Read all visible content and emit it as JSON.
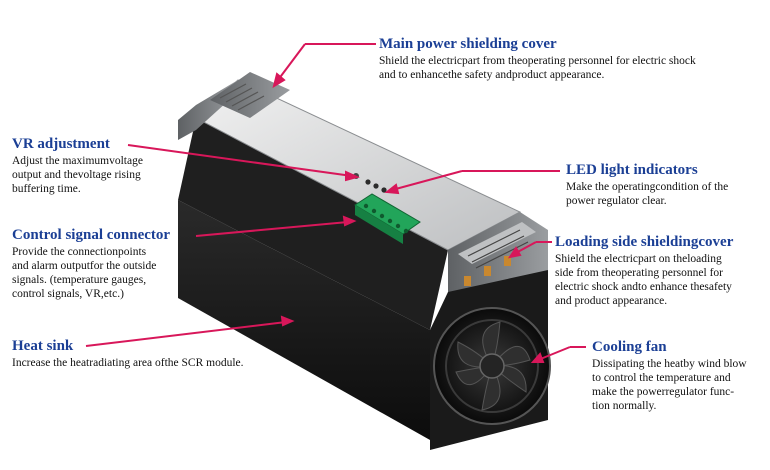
{
  "colors": {
    "title": "#1b3f95",
    "leader": "#d8175a",
    "heatsink": "#1a1a1a",
    "cover": "#7a7d80",
    "panel": "#c9cbcc",
    "connector": "#22a55a",
    "fan": "#1e1e1e"
  },
  "callouts": {
    "main_cover": {
      "title": "Main power shielding cover",
      "lines": [
        "Shield the electricpart from theoperating personnel for electric shock",
        "and to enhancethe safety andproduct appearance."
      ]
    },
    "vr": {
      "title": "VR adjustment",
      "lines": [
        "Adjust the maximumvoltage",
        "output and thevoltage rising",
        "buffering time."
      ]
    },
    "led": {
      "title": "LED light indicators",
      "lines": [
        "Make the operatingcondition of the",
        "power regulator clear."
      ]
    },
    "control": {
      "title": "Control signal connector",
      "lines": [
        "Provide the connectionpoints",
        "and alarm outputfor the outside",
        "signals. (temperature gauges,",
        "control signals, VR,etc.)"
      ]
    },
    "loading": {
      "title": "Loading side shieldingcover",
      "lines": [
        "Shield the electricpart on theloading",
        "side from theoperating personnel for",
        "electric shock andto enhance thesafety",
        "and product appearance."
      ]
    },
    "heatsink": {
      "title": "Heat sink",
      "lines": [
        "Increase the heatradiating area ofthe SCR module."
      ]
    },
    "fan": {
      "title": "Cooling fan",
      "lines": [
        "Dissipating the heatby wind blow",
        "to control the temperature and",
        "make the powerregulator func-",
        "tion normally."
      ]
    }
  }
}
